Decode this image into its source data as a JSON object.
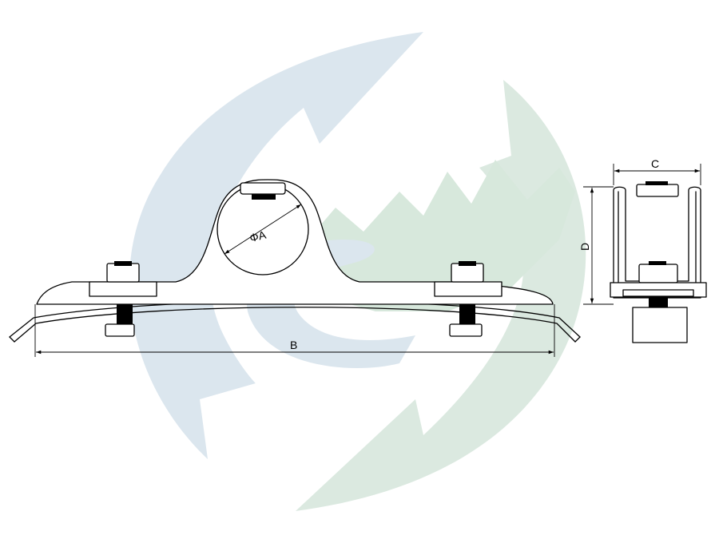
{
  "watermark": {
    "colors": {
      "blue_arc": "#dbe6ee",
      "green_arc": "#dbe9e0",
      "mountain": "#d7e8dc"
    }
  },
  "labels": {
    "diameter": "ΦA",
    "length": "B",
    "width": "C",
    "height": "D"
  },
  "colors": {
    "line": "#000000",
    "background": "#ffffff"
  }
}
